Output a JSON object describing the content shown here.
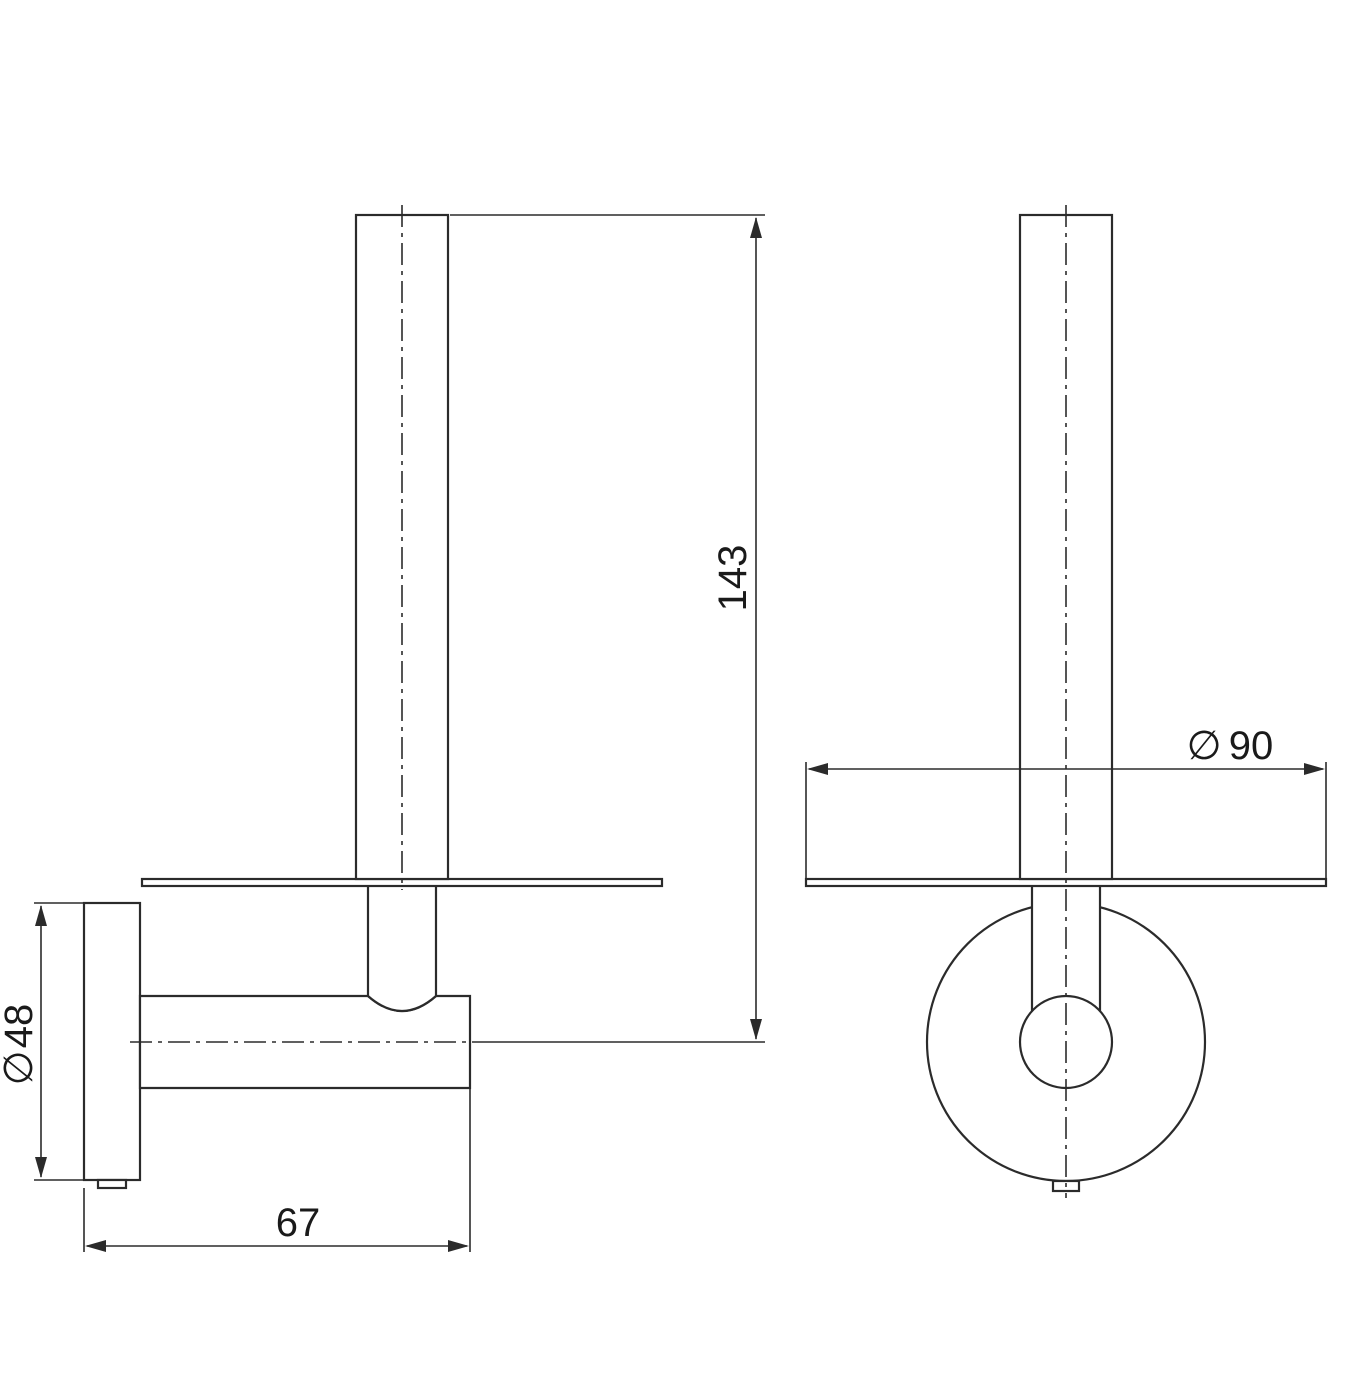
{
  "diagram": {
    "dimensions": {
      "height": "143",
      "plate_diameter": "90",
      "base_diameter": "48",
      "depth": "67"
    },
    "diameter_symbol": "∅"
  }
}
